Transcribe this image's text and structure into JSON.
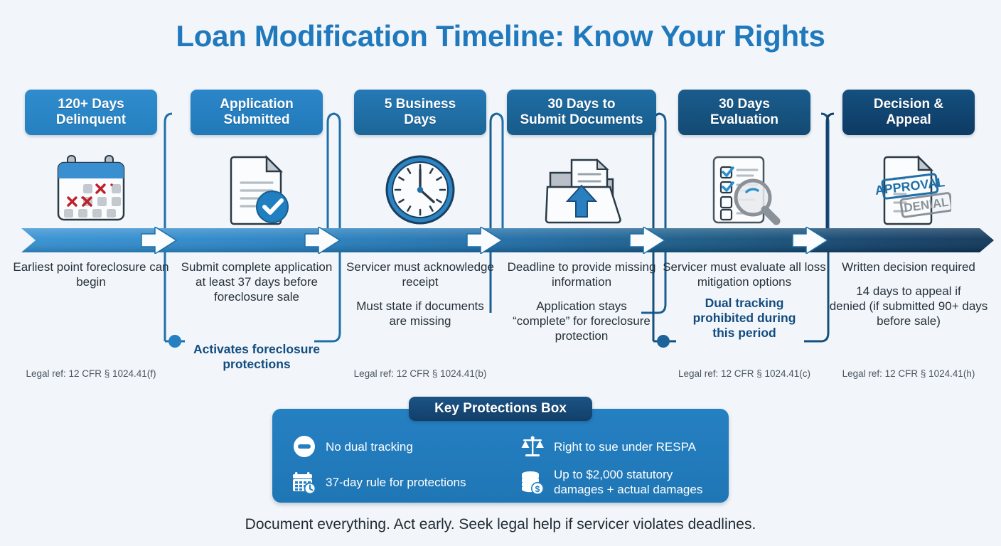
{
  "title": "Loan Modification Timeline: Know Your Rights",
  "colors": {
    "background": "#f2f6fa",
    "title": "#2079bd",
    "step1": "#2b85c8",
    "step2": "#2580c2",
    "step3": "#1f6fa8",
    "step4": "#1b5e91",
    "step5": "#164f7d",
    "step6": "#103c6b",
    "accent_bold_text": "#134c80",
    "band_start": "#2f8ccd",
    "band_end": "#0e3a63",
    "stamp_approval": "#1f6fa8",
    "stamp_denial": "#8a9198"
  },
  "steps": [
    {
      "header": [
        "120+ Days",
        "Delinquent"
      ],
      "icon": "calendar-x-icon",
      "desc": [
        "Earliest point",
        "foreclosure can",
        "begin"
      ],
      "sub": [],
      "bold": [],
      "legal": "Legal ref: 12 CFR § 1024.41(f)"
    },
    {
      "header": [
        "Application",
        "Submitted"
      ],
      "icon": "document-check-icon",
      "desc": [
        "Submit complete",
        "application at least",
        "37 days before",
        "foreclosure sale"
      ],
      "sub": [],
      "bold": [
        "Activates foreclosure",
        "protections"
      ],
      "legal": ""
    },
    {
      "header": [
        "5 Business",
        "Days"
      ],
      "icon": "clock-icon",
      "desc": [
        "Servicer must",
        "acknowledge receipt"
      ],
      "sub": [
        "Must state if documents",
        "are missing"
      ],
      "bold": [],
      "legal": "Legal ref: 12 CFR § 1024.41(b)"
    },
    {
      "header": [
        "30 Days to",
        "Submit Documents"
      ],
      "icon": "folder-upload-icon",
      "desc": [
        "Deadline to provide",
        "missing information"
      ],
      "sub": [
        "Application stays",
        "“complete” for",
        "foreclosure protection"
      ],
      "bold": [],
      "legal": ""
    },
    {
      "header": [
        "30 Days",
        "Evaluation"
      ],
      "icon": "checklist-magnifier-icon",
      "desc": [
        "Servicer must",
        "evaluate all loss",
        "mitigation options"
      ],
      "sub": [],
      "bold": [
        "Dual tracking",
        "prohibited during",
        "this period"
      ],
      "legal": "Legal ref: 12 CFR § 1024.41(c)"
    },
    {
      "header": [
        "Decision &",
        "Appeal"
      ],
      "icon": "approval-denial-icon",
      "desc": [
        "Written decision",
        "required"
      ],
      "sub": [
        "14 days to appeal if",
        "denied (if submitted 90+",
        "days before sale)"
      ],
      "bold": [],
      "legal": "Legal ref: 12 CFR § 1024.41(h)"
    }
  ],
  "stamps": {
    "approval": "APPROVAL",
    "denial": "DENIAL"
  },
  "key_box": {
    "tab_label": "Key Protections Box",
    "items": [
      {
        "icon": "no-entry-icon",
        "lines": [
          "No dual tracking"
        ]
      },
      {
        "icon": "scales-icon",
        "lines": [
          "Right to sue under RESPA"
        ]
      },
      {
        "icon": "calendar-clock-icon",
        "lines": [
          "37-day rule for protections"
        ]
      },
      {
        "icon": "money-stack-icon",
        "lines": [
          "Up to $2,000 statutory",
          "damages + actual damages"
        ]
      }
    ]
  },
  "footer": "Document everything. Act early. Seek legal help if servicer violates deadlines."
}
